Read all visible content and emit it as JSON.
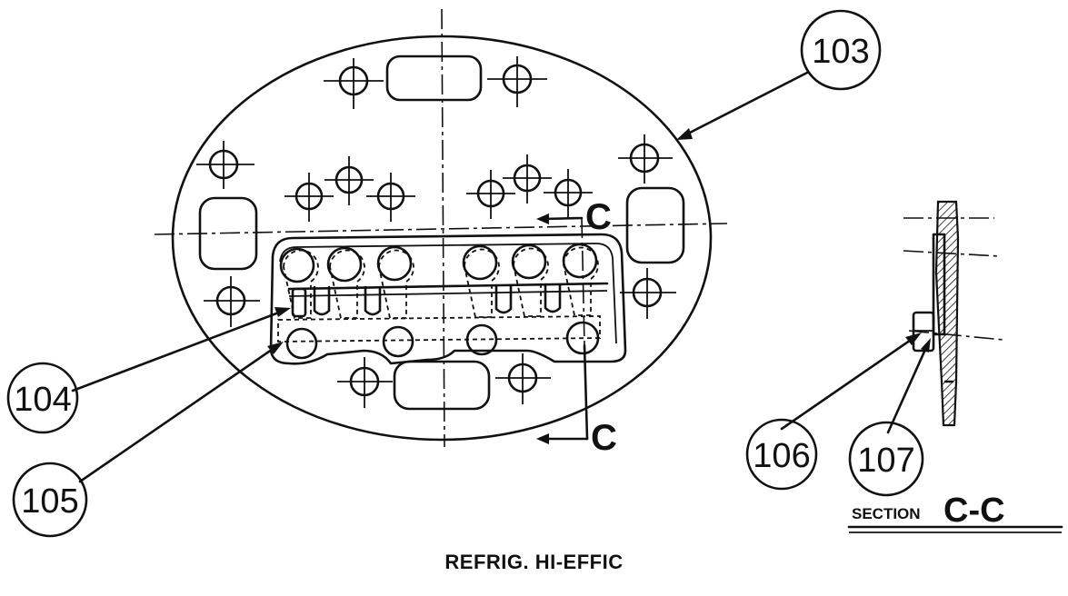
{
  "callouts": [
    {
      "id": "c103",
      "label": "103"
    },
    {
      "id": "c104",
      "label": "104"
    },
    {
      "id": "c105",
      "label": "105"
    },
    {
      "id": "c106",
      "label": "106"
    },
    {
      "id": "c107",
      "label": "107"
    }
  ],
  "section_marker": "C",
  "section_title": {
    "word": "SECTION",
    "letters": "C-C"
  },
  "caption": "REFRIG. HI-EFFIC",
  "colors": {
    "ink": "#111111",
    "paper": "#ffffff"
  }
}
